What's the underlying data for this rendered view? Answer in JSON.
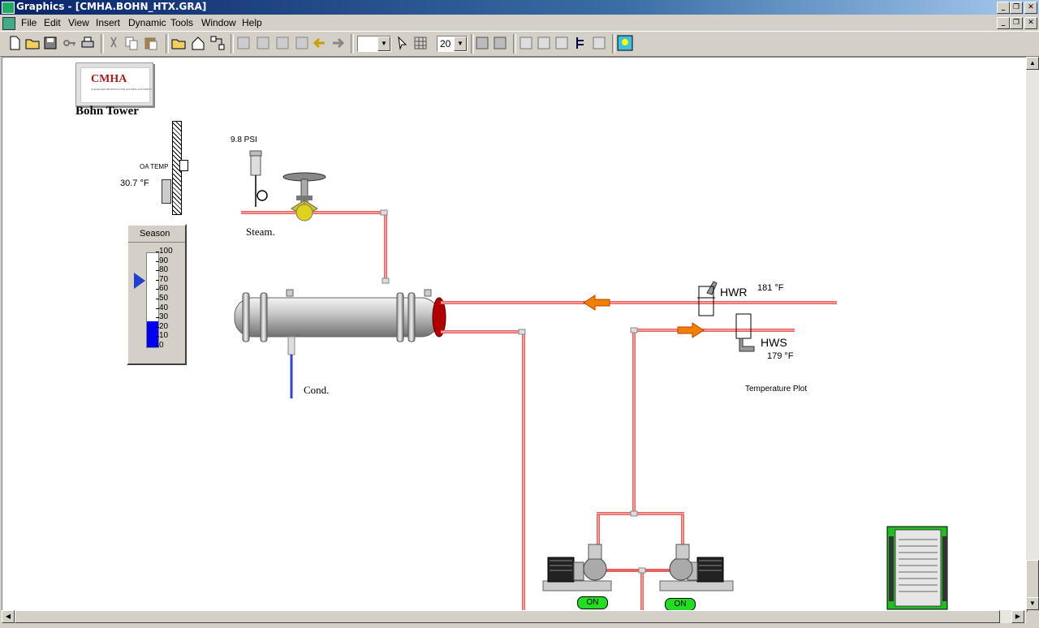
{
  "window": {
    "title": "Graphics - [CMHA.BOHN_HTX.GRA]"
  },
  "menu": [
    {
      "label": "File"
    },
    {
      "label": "Edit"
    },
    {
      "label": "View"
    },
    {
      "label": "Insert"
    },
    {
      "label": "Dynamic"
    },
    {
      "label": "Tools"
    },
    {
      "label": "Window"
    },
    {
      "label": "Help"
    }
  ],
  "toolbar": {
    "font_size_value": "20",
    "style_value": ""
  },
  "logo": {
    "text": "CMHA",
    "subtext": "CLEVELAND METROPOLITAN HOUSING AUTHORITY"
  },
  "building": {
    "name": "Bohn Tower"
  },
  "outside_air": {
    "label": "OA TEMP",
    "value": "30.7 °F"
  },
  "season": {
    "title": "Season",
    "scale": [
      "100",
      "90",
      "80",
      "70",
      "60",
      "50",
      "40",
      "30",
      "20",
      "10",
      "0"
    ],
    "level_percent": 28,
    "setpoint_percent": 70
  },
  "steam": {
    "pressure": "9.8 PSI",
    "label": "Steam."
  },
  "condensate": {
    "label": "Cond."
  },
  "hot_water_return": {
    "label": "HWR",
    "value": "181 °F"
  },
  "hot_water_supply": {
    "label": "HWS",
    "value": "179 °F"
  },
  "temperature_plot": {
    "label": "Temperature Plot"
  },
  "pumps": [
    {
      "status": "ON"
    },
    {
      "status": "ON"
    }
  ],
  "colors": {
    "pipe_hot": "#e86060",
    "pipe_cond": "#3344cc",
    "status_on": "#22dd22",
    "arrow": "#f08000"
  },
  "icons": [
    "new-icon",
    "open-icon",
    "save-icon",
    "key-icon",
    "print-icon",
    "cut-icon",
    "copy-icon",
    "paste-icon",
    "folder-link-icon",
    "home-icon",
    "network-icon",
    "grid-icon",
    "pointer-icon"
  ]
}
